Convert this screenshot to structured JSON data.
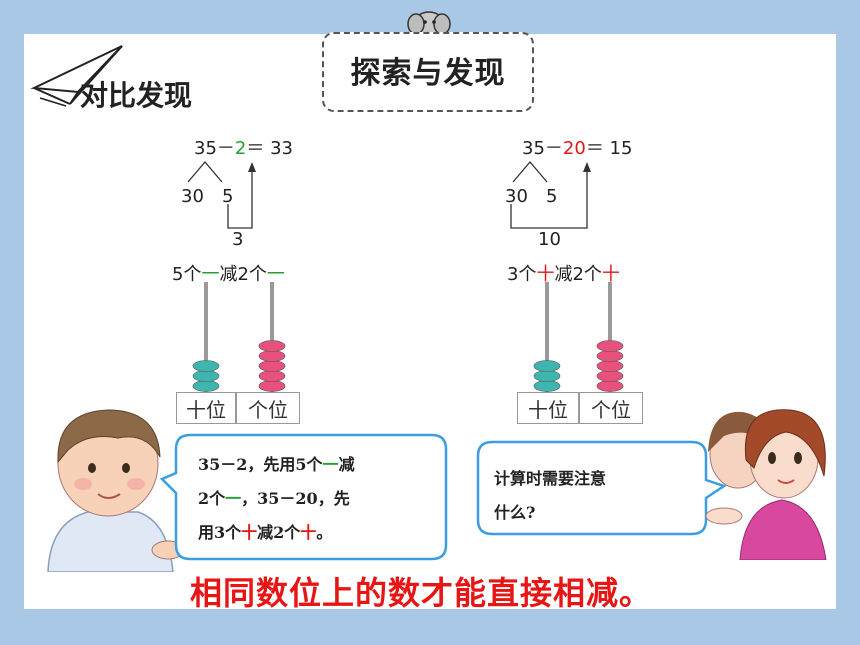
{
  "header": {
    "heading": "对比发现",
    "title": "探索与发现"
  },
  "left_example": {
    "eq_prefix": "35－",
    "eq_highlight": "2",
    "eq_suffix": "＝ 33",
    "split_a": "30",
    "split_b": "5",
    "partial": "3",
    "desc_p1": "5个",
    "desc_h1": "一",
    "desc_p2": "减2个",
    "desc_h2": "一",
    "tens_beads": 3,
    "ones_beads": 5,
    "tens_label": "十位",
    "ones_label": "个位",
    "highlight_color": "#22a030"
  },
  "right_example": {
    "eq_prefix": "35－",
    "eq_highlight": "20",
    "eq_suffix": "＝ 15",
    "split_a": "30",
    "split_b": "5",
    "partial": "10",
    "desc_p1": "3个",
    "desc_h1": "十",
    "desc_p2": "减2个",
    "desc_h2": "十",
    "tens_beads": 3,
    "ones_beads": 5,
    "tens_label": "十位",
    "ones_label": "个位",
    "highlight_color": "#e01818"
  },
  "boy_bubble": {
    "l1a": "35－2，先用5个",
    "l1h": "一",
    "l1b": "减",
    "l2a": "2个",
    "l2h": "一",
    "l2b": "，35－20，先",
    "l3a": "用3个",
    "l3h": "十",
    "l3b": "减2个",
    "l3h2": "十",
    "l3c": "。"
  },
  "girl_bubble": {
    "line1": "计算时需要注意",
    "line2": "什么?"
  },
  "conclusion": "相同数位上的数才能直接相减。",
  "colors": {
    "background": "#a9c8e6",
    "bubble_border": "#3a9ee0",
    "teal_bead": "#3fb5b0",
    "pink_bead": "#e8507e",
    "conclusion": "#e81515"
  }
}
